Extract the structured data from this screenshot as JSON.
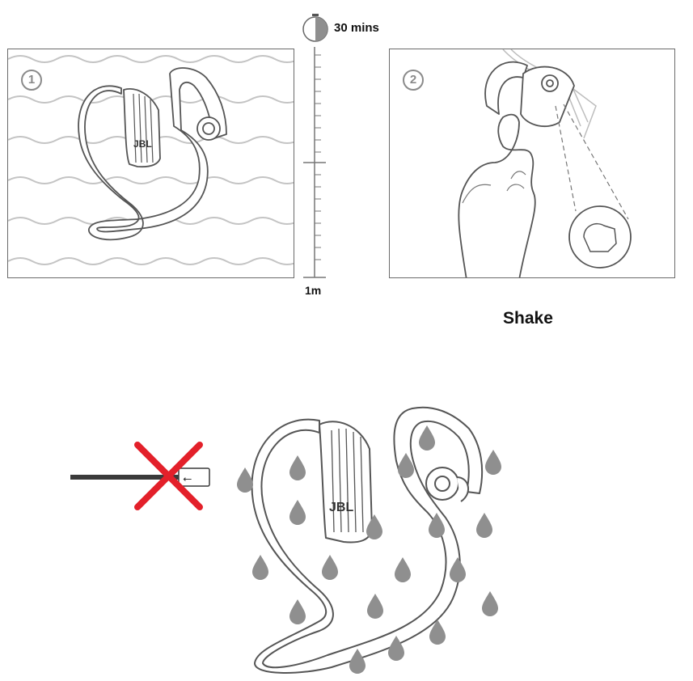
{
  "timer": {
    "label": "30 mins",
    "icon": "half-clock-icon"
  },
  "depth_scale": {
    "label": "1m"
  },
  "step1": {
    "number": "1",
    "brand": "JBL"
  },
  "step2": {
    "number": "2",
    "caption": "Shake"
  },
  "bottom": {
    "brand": "JBL",
    "no_charge_icon": "usb-cable-crossed-icon",
    "drops_icon": "water-drop-icon"
  },
  "colors": {
    "line": "#555555",
    "wave": "#c4c4c4",
    "drop": "#8f8f8f",
    "cross": "#e3202a",
    "cable": "#3a3a3a"
  }
}
